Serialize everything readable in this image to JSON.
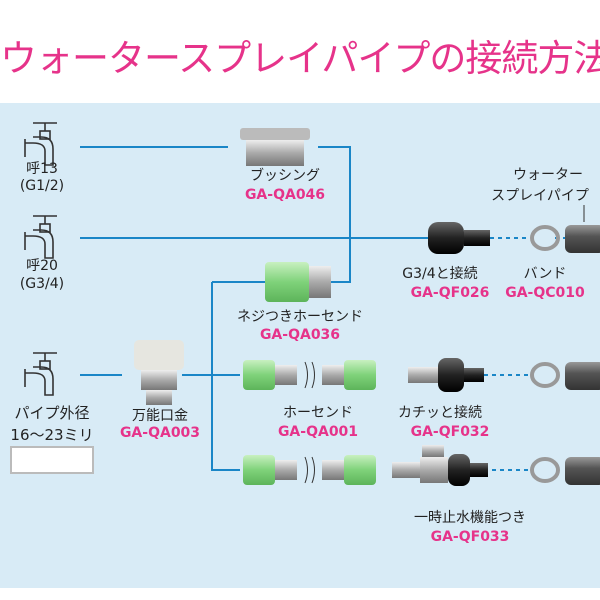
{
  "title": "ウォータースプレイパイプの接続方法",
  "faucets": [
    {
      "label1": "呼13",
      "label2": "(G1/2)"
    },
    {
      "label1": "呼20",
      "label2": "(G3/4)"
    },
    {
      "label1": "パイプ外径",
      "label2": "16〜23ミリ"
    }
  ],
  "parts": {
    "bushing": {
      "name": "ブッシング",
      "code": "GA-QA046"
    },
    "threaded_hose_end": {
      "name": "ネジつきホーセンド",
      "code": "GA-QA036"
    },
    "universal_fitting": {
      "name": "万能口金",
      "code": "GA-QA003"
    },
    "hose_end": {
      "name": "ホーセンド",
      "code": "GA-QA001"
    },
    "g34_connector": {
      "name": "G3/4と接続",
      "code": "GA-QF026"
    },
    "band": {
      "name": "バンド",
      "code": "GA-QC010"
    },
    "click_connector": {
      "name": "カチッと接続",
      "code": "GA-QF032"
    },
    "stop_valve": {
      "name": "一時止水機能つき",
      "code": "GA-QF033"
    },
    "pipe": {
      "line1": "ウォーター",
      "line2": "スプレイパイプ"
    }
  },
  "colors": {
    "title": "#e6338a",
    "panel": "#d8ebf6",
    "line": "#1a86c7"
  }
}
